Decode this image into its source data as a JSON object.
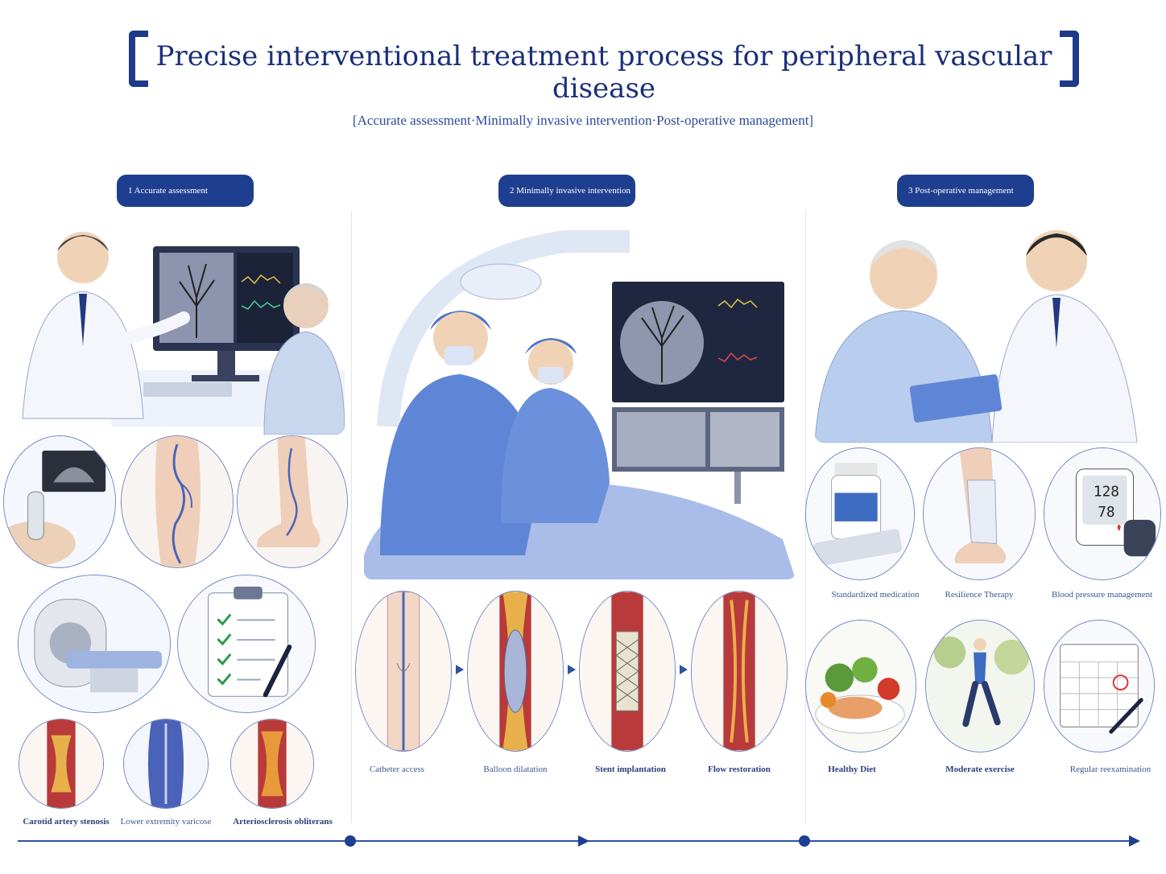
{
  "header": {
    "title": "Precise interventional treatment process for peripheral vascular disease",
    "subtitle": "[Accurate assessment·Minimally invasive intervention·Post-operative management]"
  },
  "sections": [
    {
      "label": "1 Accurate assessment"
    },
    {
      "label": "2 Minimally invasive intervention"
    },
    {
      "label": "3 Post-operative management"
    }
  ],
  "assessment": {
    "conditions": [
      "Carotid artery stenosis",
      "Lower extremity varicose",
      "Arteriosclerosis obliterans"
    ]
  },
  "intervention": {
    "steps": [
      "Catheter access",
      "Balloon dilatation",
      "Stent implantation",
      "Flow restoration"
    ]
  },
  "management": {
    "row1": [
      "Standardized medication",
      "Resilience Therapy",
      "Blood pressure management"
    ],
    "row2": [
      "Healthy Diet",
      "Moderate exercise",
      "Regular reexamination"
    ],
    "bp_display": {
      "systolic": "128",
      "diastolic": "78"
    }
  },
  "colors": {
    "accent": "#1e3f8f",
    "vessel_red": "#b83a3a",
    "plaque": "#e8b04a",
    "vein_blue": "#4a63b8"
  }
}
